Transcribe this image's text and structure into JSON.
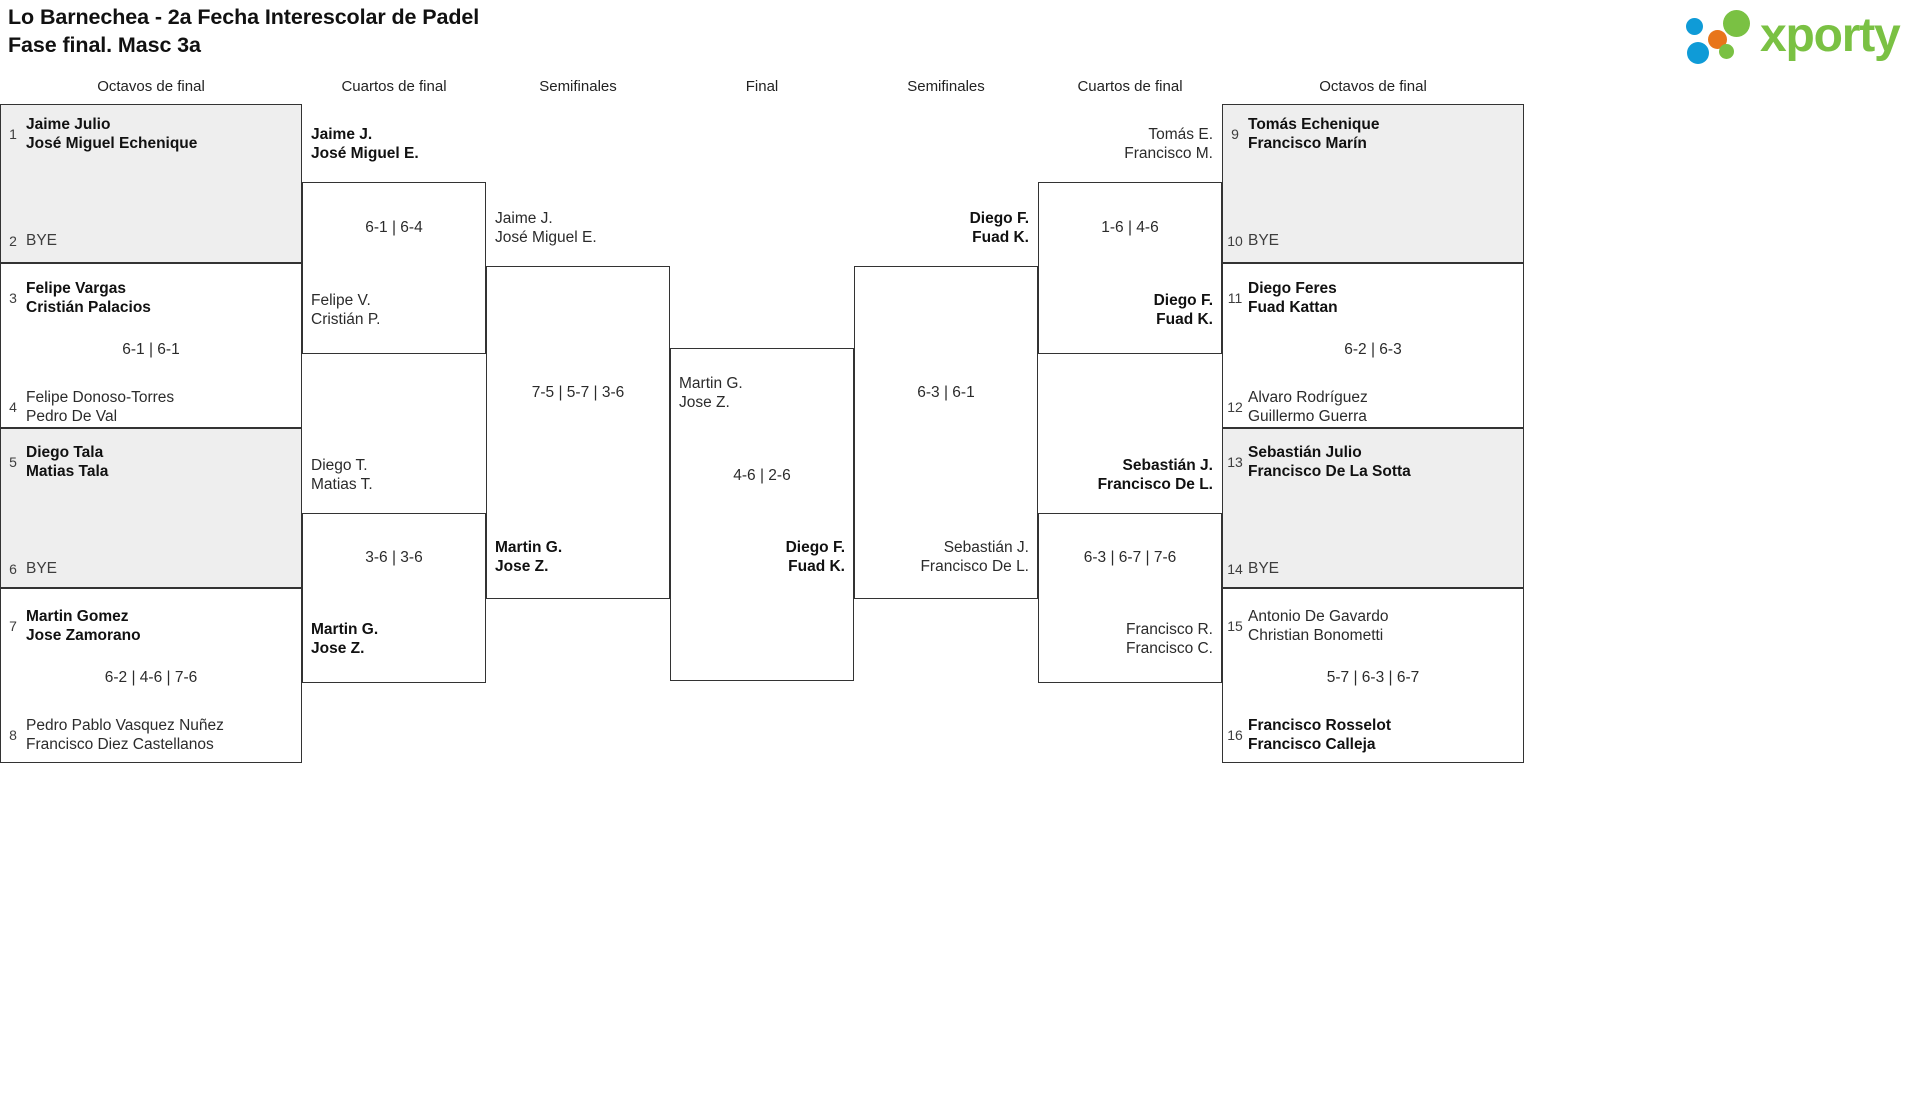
{
  "header": {
    "title_line1": "Lo Barnechea - 2a Fecha Interescolar de Padel",
    "title_line2": "Fase final. Masc 3a",
    "logo_word": "xporty",
    "logo_colors": {
      "green": "#7ac143",
      "orange": "#e8751a",
      "blue": "#0f9bd7"
    }
  },
  "round_headers": {
    "left_octavos": "Octavos de final",
    "left_cuartos": "Cuartos de final",
    "left_semis": "Semifinales",
    "final": "Final",
    "right_semis": "Semifinales",
    "right_cuartos": "Cuartos de final",
    "right_octavos": "Octavos de final"
  },
  "bye_label": "BYE",
  "left": {
    "octavos": [
      {
        "seed": "1",
        "p1": "Jaime Julio",
        "p2": "José Miguel Echenique",
        "winner": true,
        "bye": false
      },
      {
        "seed": "2",
        "p1": "BYE",
        "p2": "",
        "winner": false,
        "bye": true
      },
      {
        "seed": "3",
        "p1": "Felipe Vargas",
        "p2": "Cristián Palacios",
        "winner": true,
        "bye": false
      },
      {
        "seed": "4",
        "p1": "Felipe Donoso-Torres",
        "p2": "Pedro De Val",
        "winner": false,
        "bye": false
      },
      {
        "seed": "5",
        "p1": "Diego Tala",
        "p2": "Matias Tala",
        "winner": true,
        "bye": false
      },
      {
        "seed": "6",
        "p1": "BYE",
        "p2": "",
        "winner": false,
        "bye": true
      },
      {
        "seed": "7",
        "p1": "Martin Gomez",
        "p2": "Jose Zamorano",
        "winner": true,
        "bye": false
      },
      {
        "seed": "8",
        "p1": "Pedro Pablo Vasquez Nuñez",
        "p2": "Francisco Diez Castellanos",
        "winner": false,
        "bye": false
      }
    ],
    "octavos_scores": {
      "m2": "6-1 | 6-1",
      "m4": "6-2 | 4-6 | 7-6"
    },
    "cuartos": [
      {
        "p1": "Jaime J.",
        "p2": "José Miguel E.",
        "winner": true,
        "score": "6-1 | 6-4"
      },
      {
        "p1": "Felipe V.",
        "p2": "Cristián P.",
        "winner": false,
        "score": "6-1 | 6-4"
      },
      {
        "p1": "Diego T.",
        "p2": "Matias T.",
        "winner": false,
        "score": "3-6 | 3-6"
      },
      {
        "p1": "Martin G.",
        "p2": "Jose Z.",
        "winner": true,
        "score": "3-6 | 3-6"
      }
    ],
    "semis": [
      {
        "p1": "Jaime J.",
        "p2": "José Miguel E.",
        "winner": false
      },
      {
        "p1": "Martin G.",
        "p2": "Jose Z.",
        "winner": true
      }
    ],
    "semis_score": "7-5 | 5-7 | 3-6"
  },
  "final": {
    "top": {
      "p1": "Martin G.",
      "p2": "Jose Z.",
      "winner": false
    },
    "bottom": {
      "p1": "Diego F.",
      "p2": "Fuad K.",
      "winner": true
    },
    "score": "4-6 | 2-6"
  },
  "right": {
    "octavos": [
      {
        "seed": "9",
        "p1": "Tomás Echenique",
        "p2": "Francisco Marín",
        "winner": true,
        "bye": false
      },
      {
        "seed": "10",
        "p1": "BYE",
        "p2": "",
        "winner": false,
        "bye": true
      },
      {
        "seed": "11",
        "p1": "Diego Feres",
        "p2": "Fuad Kattan",
        "winner": true,
        "bye": false
      },
      {
        "seed": "12",
        "p1": "Alvaro Rodríguez",
        "p2": "Guillermo Guerra",
        "winner": false,
        "bye": false
      },
      {
        "seed": "13",
        "p1": "Sebastián Julio",
        "p2": "Francisco De La Sotta",
        "winner": true,
        "bye": false
      },
      {
        "seed": "14",
        "p1": "BYE",
        "p2": "",
        "winner": false,
        "bye": true
      },
      {
        "seed": "15",
        "p1": "Antonio De Gavardo",
        "p2": "Christian Bonometti",
        "winner": false,
        "bye": false
      },
      {
        "seed": "16",
        "p1": "Francisco Rosselot",
        "p2": "Francisco Calleja",
        "winner": true,
        "bye": false
      }
    ],
    "octavos_scores": {
      "m2": "6-2 | 6-3",
      "m4": "5-7 | 6-3 | 6-7"
    },
    "cuartos": [
      {
        "p1": "Tomás E.",
        "p2": "Francisco M.",
        "winner": false,
        "score": "1-6 | 4-6"
      },
      {
        "p1": "Diego F.",
        "p2": "Fuad K.",
        "winner": true,
        "score": "1-6 | 4-6"
      },
      {
        "p1": "Sebastián J.",
        "p2": "Francisco De L.",
        "winner": true,
        "score": "6-3 | 6-7 | 7-6"
      },
      {
        "p1": "Francisco R.",
        "p2": "Francisco C.",
        "winner": false,
        "score": "6-3 | 6-7 | 7-6"
      }
    ],
    "semis": [
      {
        "p1": "Diego F.",
        "p2": "Fuad K.",
        "winner": true
      },
      {
        "p1": "Sebastián J.",
        "p2": "Francisco De L.",
        "winner": false
      }
    ],
    "semis_score": "6-3 | 6-1"
  }
}
